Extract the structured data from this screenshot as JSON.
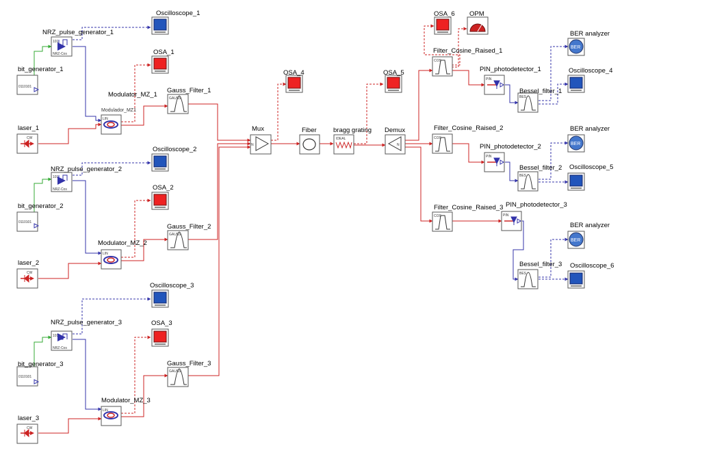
{
  "colors": {
    "optical_link": "#cc2222",
    "electrical_link": "#3333aa",
    "binary_link": "#33aa33",
    "monitor_link": "#cc2222",
    "analyzer_link": "#3333aa",
    "scope_screen": "#2255bb",
    "osa_screen": "#ee2222",
    "ber_disc": "#4477cc"
  },
  "components": {
    "oscilloscope_1": {
      "label": "Oscilloscope_1"
    },
    "nrz_1": {
      "label": "NRZ_pulse_generator_1",
      "tag": "NRZ-Cos",
      "code": "101"
    },
    "osa_1": {
      "label": "OSA_1"
    },
    "bitgen_1": {
      "label": "bit_generator_1",
      "code": "0110101"
    },
    "mod_1": {
      "label": "Modulator_MZ_1",
      "tag": "Modulador_MZ1"
    },
    "gauss_1": {
      "label": "Gauss_Filter_1",
      "tag": "GAUSS"
    },
    "laser_1": {
      "label": "laser_1",
      "tag": "CW"
    },
    "oscilloscope_2": {
      "label": "Oscilloscope_2"
    },
    "nrz_2": {
      "label": "NRZ_pulse_generator_2",
      "tag": "NRZ-Cos",
      "code": "101"
    },
    "osa_2": {
      "label": "OSA_2"
    },
    "bitgen_2": {
      "label": "bit_generator_2",
      "code": "0110101"
    },
    "mod_2": {
      "label": "Modulator_MZ_2",
      "tag": "LIN"
    },
    "gauss_2": {
      "label": "Gauss_Filter_2",
      "tag": "GAUSS"
    },
    "laser_2": {
      "label": "laser_2",
      "tag": "CW"
    },
    "oscilloscope_3": {
      "label": "Oscilloscope_3"
    },
    "nrz_3": {
      "label": "NRZ_pulse_generator_3",
      "tag": "NRZ-Cos",
      "code": "101"
    },
    "osa_3": {
      "label": "OSA_3"
    },
    "bitgen_3": {
      "label": "bit_generator_3",
      "code": "0110101"
    },
    "mod_3": {
      "label": "Modulator_MZ_3",
      "tag": "LIN"
    },
    "gauss_3": {
      "label": "Gauss_Filter_3",
      "tag": "GAUSS"
    },
    "laser_3": {
      "label": "laser_3",
      "tag": "CW"
    },
    "mux": {
      "label": "Mux",
      "tag": "N"
    },
    "osa_4": {
      "label": "OSA_4"
    },
    "fiber": {
      "label": "Fiber"
    },
    "bragg": {
      "label": "bragg grating",
      "tag": "IDEAL"
    },
    "osa_5": {
      "label": "OSA_5"
    },
    "demux": {
      "label": "Demux",
      "tag": "N"
    },
    "osa_6": {
      "label": "OSA_6"
    },
    "opm": {
      "label": "OPM"
    },
    "filter_cos_1": {
      "label": "Filter_Cosine_Raised_1",
      "tag": "COS"
    },
    "filter_cos_2": {
      "label": "Filter_Cosine_Raised_2",
      "tag": "COS"
    },
    "filter_cos_3": {
      "label": "Filter_Cosine_Raised_3",
      "tag": "COS"
    },
    "pin_1": {
      "label": "PIN_photodetector_1",
      "tag": "PIN"
    },
    "pin_2": {
      "label": "PIN_photodetector_2",
      "tag": "PIN"
    },
    "pin_3": {
      "label": "PIN_photodetector_3",
      "tag": "PIN"
    },
    "bessel_1": {
      "label": "Bessel_filter_1",
      "tag": "BES"
    },
    "bessel_2": {
      "label": "Bessel_filter_2",
      "tag": "BES"
    },
    "bessel_3": {
      "label": "Bessel_filter_3",
      "tag": "BES"
    },
    "ber_1": {
      "label": "BER analyzer",
      "tag": "BER"
    },
    "ber_2": {
      "label": "BER analyzer",
      "tag": "BER"
    },
    "ber_3": {
      "label": "BER analyzer",
      "tag": "BER"
    },
    "oscilloscope_4": {
      "label": "Oscilloscope_4"
    },
    "oscilloscope_5": {
      "label": "Oscilloscope_5"
    },
    "oscilloscope_6": {
      "label": "Oscilloscope_6"
    }
  }
}
